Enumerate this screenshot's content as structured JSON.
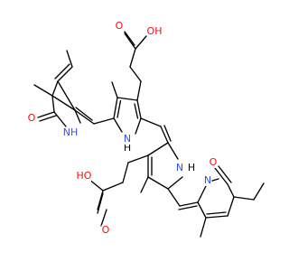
{
  "colors": {
    "bond": "#000000",
    "oxygen": "#ff0d0d",
    "nitrogen": "#3050f8",
    "hydrogen": "#000000",
    "background": "#ffffff"
  },
  "atoms": [
    {
      "id": "o_acid1_dbl",
      "symbol": "O",
      "element": "oxygen"
    },
    {
      "id": "o_acid1_oh",
      "symbol": "OH",
      "element": "oxygen"
    },
    {
      "id": "nh_ring1",
      "symbol": "NH",
      "element": "nitrogen"
    },
    {
      "id": "o_lactam1",
      "symbol": "O",
      "element": "oxygen"
    },
    {
      "id": "h_pyrrole1",
      "symbol": "H",
      "element": "hydrogen"
    },
    {
      "id": "n_pyrrole1",
      "symbol": "N",
      "element": "nitrogen"
    },
    {
      "id": "n_pyrrole2",
      "symbol": "N",
      "element": "nitrogen"
    },
    {
      "id": "h_pyrrole2",
      "symbol": "H",
      "element": "hydrogen"
    },
    {
      "id": "o_lactam2",
      "symbol": "O",
      "element": "oxygen"
    },
    {
      "id": "n_ring4",
      "symbol": "N",
      "element": "nitrogen"
    },
    {
      "id": "o_acid2_oh",
      "symbol": "HO",
      "element": "oxygen"
    },
    {
      "id": "o_acid2_dbl",
      "symbol": "O",
      "element": "oxygen"
    }
  ]
}
